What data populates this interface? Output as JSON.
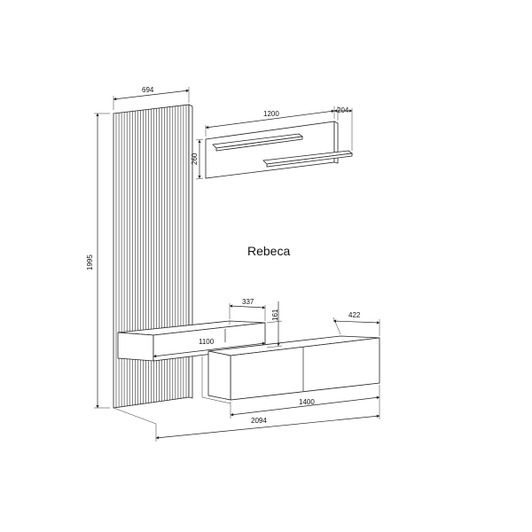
{
  "title": "Rebeca",
  "dimensions": {
    "panel_width": "694",
    "panel_height": "1995",
    "shelf_width": "1200",
    "shelf_depth": "204",
    "shelf_height": "260",
    "drawer_depth": "337",
    "drawer_height": "161",
    "drawer_width": "1100",
    "cabinet_depth": "422",
    "cabinet_width": "1400",
    "total_width": "2094"
  }
}
